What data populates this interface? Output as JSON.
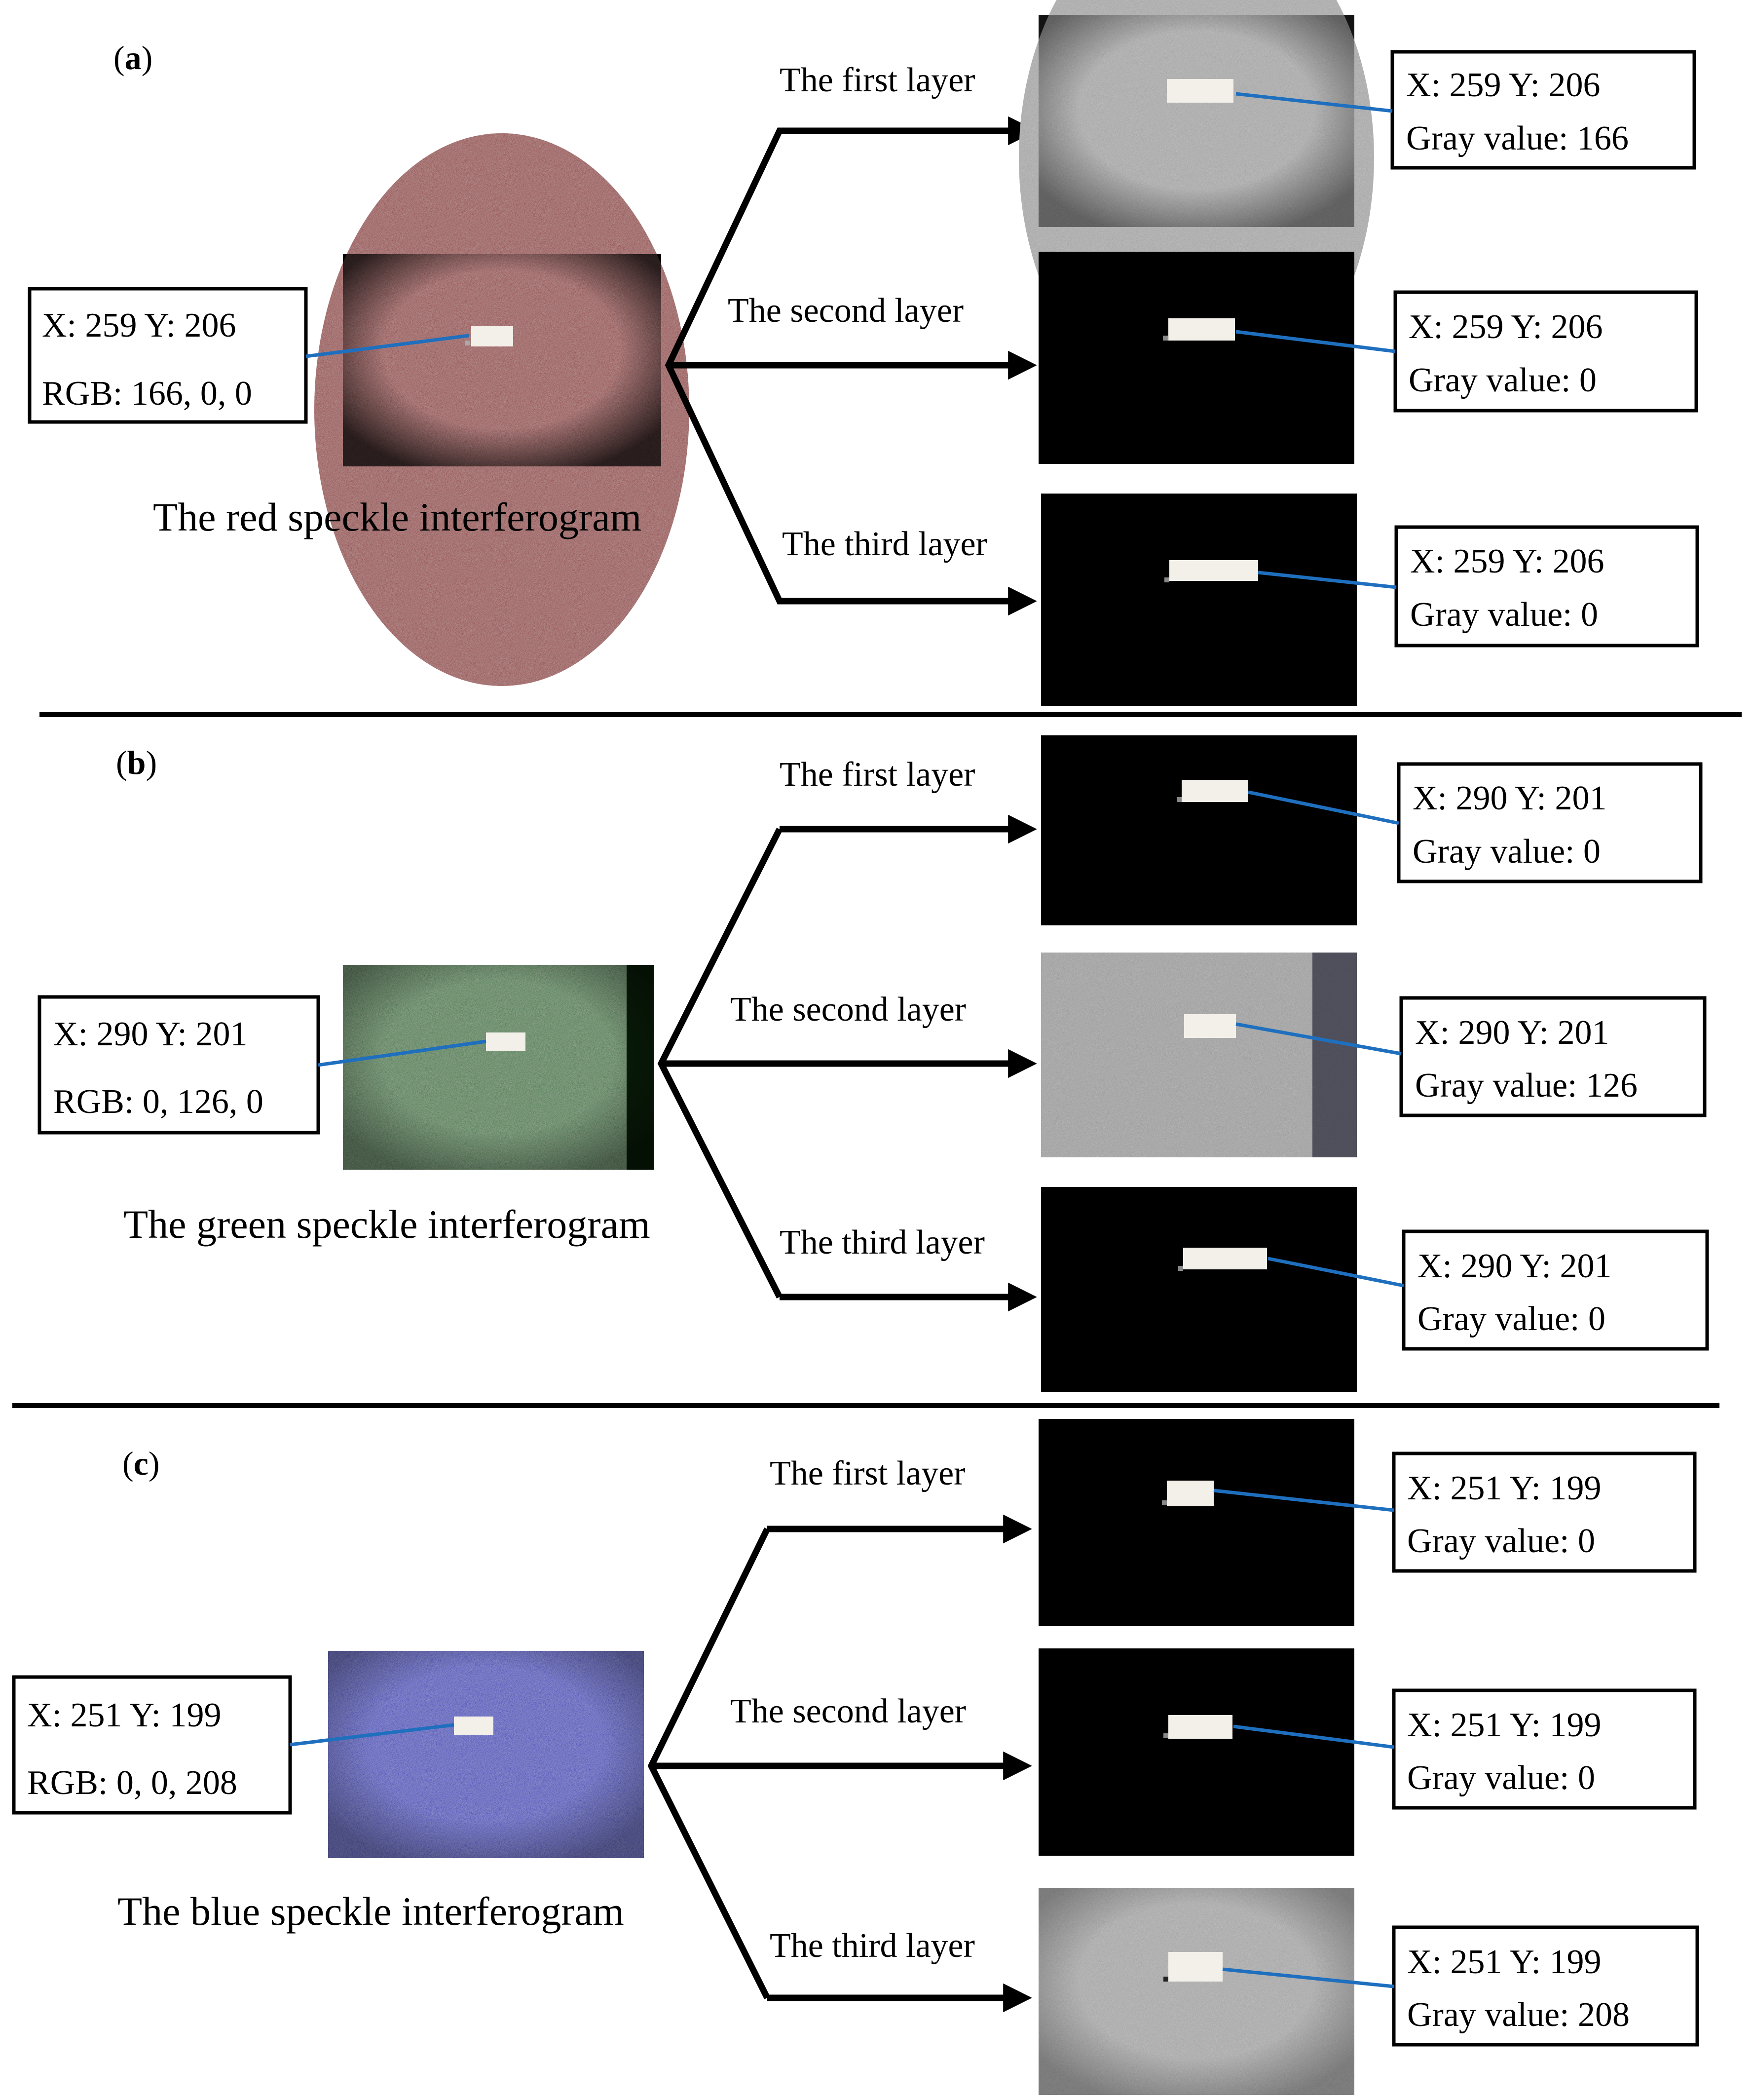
{
  "colors": {
    "ink": "#000000",
    "leader": "#1f6fbf",
    "red_image": "#8a0a08",
    "green_image": "#0f6a12",
    "blue_image": "#0a1fb4",
    "dark_layer": "#000000",
    "bright_layer": "#9a9a9a"
  },
  "panels": [
    {
      "id": "a",
      "label_open": "(",
      "label_letter": "a",
      "label_close": ")",
      "caption": "The red speckle interferogram",
      "source": {
        "coord": "X: 259 Y: 206",
        "rgb": "RGB: 166, 0, 0"
      },
      "layers": [
        {
          "label": "The first layer",
          "coord": "X: 259 Y: 206",
          "gray": "Gray value: 166",
          "bright": true
        },
        {
          "label": "The second layer",
          "coord": "X: 259 Y: 206",
          "gray": "Gray value: 0",
          "bright": false
        },
        {
          "label": "The third layer",
          "coord": "X: 259 Y: 206",
          "gray": "Gray value: 0",
          "bright": false
        }
      ]
    },
    {
      "id": "b",
      "label_open": "(",
      "label_letter": "b",
      "label_close": ")",
      "caption": "The green speckle interferogram",
      "source": {
        "coord": "X: 290 Y: 201",
        "rgb": "RGB: 0, 126, 0"
      },
      "layers": [
        {
          "label": "The first layer",
          "coord": "X: 290 Y: 201",
          "gray": "Gray value: 0",
          "bright": false
        },
        {
          "label": "The second layer",
          "coord": "X: 290 Y: 201",
          "gray": "Gray value: 126",
          "bright": true
        },
        {
          "label": "The third layer",
          "coord": "X: 290 Y: 201",
          "gray": "Gray value: 0",
          "bright": false
        }
      ]
    },
    {
      "id": "c",
      "label_open": "(",
      "label_letter": "c",
      "label_close": ")",
      "caption": "The blue speckle interferogram",
      "source": {
        "coord": "X: 251 Y: 199",
        "rgb": "RGB: 0, 0, 208"
      },
      "layers": [
        {
          "label": "The first layer",
          "coord": "X: 251 Y: 199",
          "gray": "Gray value: 0",
          "bright": false
        },
        {
          "label": "The second layer",
          "coord": "X: 251 Y: 199",
          "gray": "Gray value: 0",
          "bright": false
        },
        {
          "label": "The third layer",
          "coord": "X: 251 Y: 199",
          "gray": "Gray value: 208",
          "bright": true
        }
      ]
    }
  ]
}
